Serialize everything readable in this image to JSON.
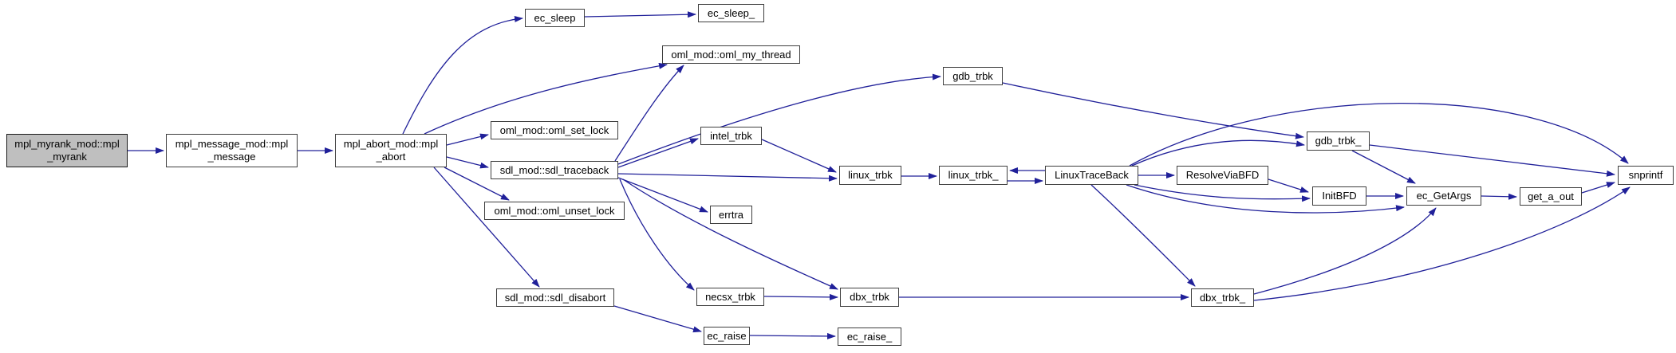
{
  "diagram": {
    "type": "call-graph",
    "colors": {
      "edge": "#202099",
      "node_fill": "#ffffff",
      "node_border": "#3f3f3f",
      "highlighted_node_fill": "#bfbfbf",
      "background": "#ffffff"
    },
    "nodes": [
      {
        "id": "mpl_myrank",
        "label": "mpl_myrank_mod::mpl\n_myrank",
        "highlighted": true
      },
      {
        "id": "mpl_message",
        "label": "mpl_message_mod::mpl\n_message"
      },
      {
        "id": "mpl_abort",
        "label": "mpl_abort_mod::mpl\n_abort"
      },
      {
        "id": "ec_sleep",
        "label": "ec_sleep"
      },
      {
        "id": "ec_sleep_",
        "label": "ec_sleep_"
      },
      {
        "id": "oml_my_thread",
        "label": "oml_mod::oml_my_thread"
      },
      {
        "id": "oml_set_lock",
        "label": "oml_mod::oml_set_lock"
      },
      {
        "id": "sdl_traceback",
        "label": "sdl_mod::sdl_traceback"
      },
      {
        "id": "oml_unset_lock",
        "label": "oml_mod::oml_unset_lock"
      },
      {
        "id": "sdl_disabort",
        "label": "sdl_mod::sdl_disabort"
      },
      {
        "id": "intel_trbk",
        "label": "intel_trbk"
      },
      {
        "id": "errtra",
        "label": "errtra"
      },
      {
        "id": "necsx_trbk",
        "label": "necsx_trbk"
      },
      {
        "id": "ec_raise",
        "label": "ec_raise"
      },
      {
        "id": "gdb_trbk",
        "label": "gdb_trbk"
      },
      {
        "id": "linux_trbk",
        "label": "linux_trbk"
      },
      {
        "id": "linux_trbk_",
        "label": "linux_trbk_"
      },
      {
        "id": "dbx_trbk",
        "label": "dbx_trbk"
      },
      {
        "id": "ec_raise_",
        "label": "ec_raise_"
      },
      {
        "id": "LinuxTraceBack",
        "label": "LinuxTraceBack"
      },
      {
        "id": "ResolveViaBFD",
        "label": "ResolveViaBFD"
      },
      {
        "id": "gdb_trbk_",
        "label": "gdb_trbk_"
      },
      {
        "id": "InitBFD",
        "label": "InitBFD"
      },
      {
        "id": "ec_GetArgs",
        "label": "ec_GetArgs"
      },
      {
        "id": "get_a_out",
        "label": "get_a_out"
      },
      {
        "id": "snprintf",
        "label": "snprintf"
      },
      {
        "id": "dbx_trbk_",
        "label": "dbx_trbk_"
      }
    ],
    "edges": [
      {
        "from": "mpl_myrank",
        "to": "mpl_message"
      },
      {
        "from": "mpl_message",
        "to": "mpl_abort"
      },
      {
        "from": "mpl_abort",
        "to": "ec_sleep"
      },
      {
        "from": "mpl_abort",
        "to": "oml_my_thread"
      },
      {
        "from": "mpl_abort",
        "to": "oml_set_lock"
      },
      {
        "from": "mpl_abort",
        "to": "sdl_traceback"
      },
      {
        "from": "mpl_abort",
        "to": "oml_unset_lock"
      },
      {
        "from": "mpl_abort",
        "to": "sdl_disabort"
      },
      {
        "from": "ec_sleep",
        "to": "ec_sleep_"
      },
      {
        "from": "sdl_traceback",
        "to": "oml_my_thread"
      },
      {
        "from": "sdl_traceback",
        "to": "gdb_trbk"
      },
      {
        "from": "sdl_traceback",
        "to": "intel_trbk"
      },
      {
        "from": "sdl_traceback",
        "to": "linux_trbk"
      },
      {
        "from": "sdl_traceback",
        "to": "errtra"
      },
      {
        "from": "sdl_traceback",
        "to": "necsx_trbk"
      },
      {
        "from": "sdl_traceback",
        "to": "dbx_trbk"
      },
      {
        "from": "intel_trbk",
        "to": "linux_trbk"
      },
      {
        "from": "linux_trbk",
        "to": "linux_trbk_"
      },
      {
        "from": "linux_trbk_",
        "to": "LinuxTraceBack"
      },
      {
        "from": "LinuxTraceBack",
        "to": "linux_trbk_"
      },
      {
        "from": "LinuxTraceBack",
        "to": "ResolveViaBFD"
      },
      {
        "from": "LinuxTraceBack",
        "to": "gdb_trbk_"
      },
      {
        "from": "LinuxTraceBack",
        "to": "InitBFD"
      },
      {
        "from": "LinuxTraceBack",
        "to": "ec_GetArgs"
      },
      {
        "from": "LinuxTraceBack",
        "to": "dbx_trbk_"
      },
      {
        "from": "LinuxTraceBack",
        "to": "snprintf"
      },
      {
        "from": "ResolveViaBFD",
        "to": "InitBFD"
      },
      {
        "from": "gdb_trbk",
        "to": "gdb_trbk_"
      },
      {
        "from": "gdb_trbk_",
        "to": "ec_GetArgs"
      },
      {
        "from": "gdb_trbk_",
        "to": "snprintf"
      },
      {
        "from": "InitBFD",
        "to": "ec_GetArgs"
      },
      {
        "from": "ec_GetArgs",
        "to": "get_a_out"
      },
      {
        "from": "get_a_out",
        "to": "snprintf"
      },
      {
        "from": "dbx_trbk_",
        "to": "ec_GetArgs"
      },
      {
        "from": "dbx_trbk_",
        "to": "snprintf"
      },
      {
        "from": "necsx_trbk",
        "to": "dbx_trbk"
      },
      {
        "from": "dbx_trbk",
        "to": "dbx_trbk_"
      },
      {
        "from": "sdl_disabort",
        "to": "ec_raise"
      },
      {
        "from": "ec_raise",
        "to": "ec_raise_"
      }
    ]
  }
}
